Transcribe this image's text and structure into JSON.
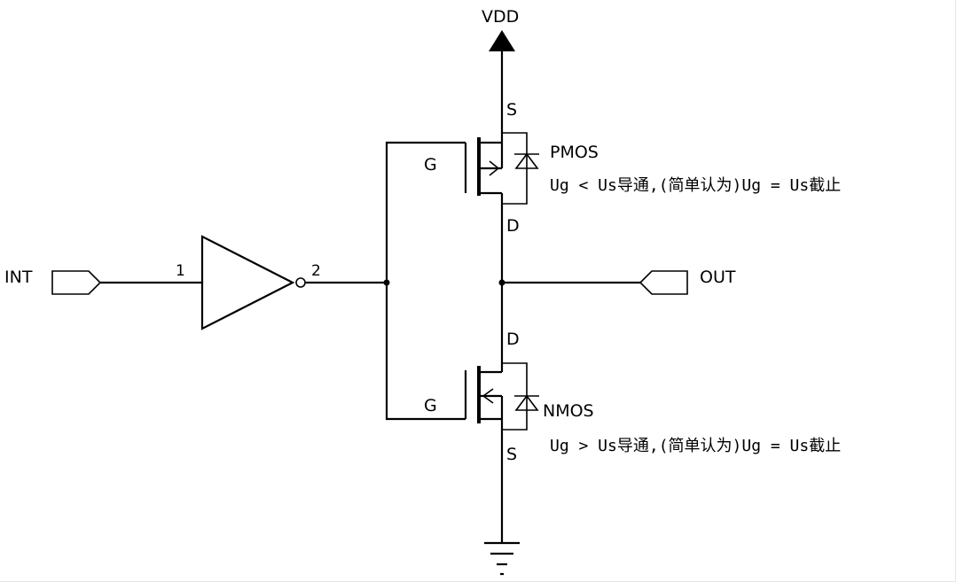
{
  "labels": {
    "vdd": "VDD",
    "input": "INT",
    "output": "OUT",
    "pin_in": "1",
    "pin_out": "2",
    "pmos": {
      "name": "PMOS",
      "source": "S",
      "gate": "G",
      "drain": "D",
      "note": "Ug < Us导通,(简单认为)Ug = Us截止"
    },
    "nmos": {
      "name": "NMOS",
      "source": "S",
      "gate": "G",
      "drain": "D",
      "note": "Ug > Us导通,(简单认为)Ug = Us截止"
    }
  },
  "colors": {
    "line": "#000000",
    "background": "#ffffff"
  }
}
